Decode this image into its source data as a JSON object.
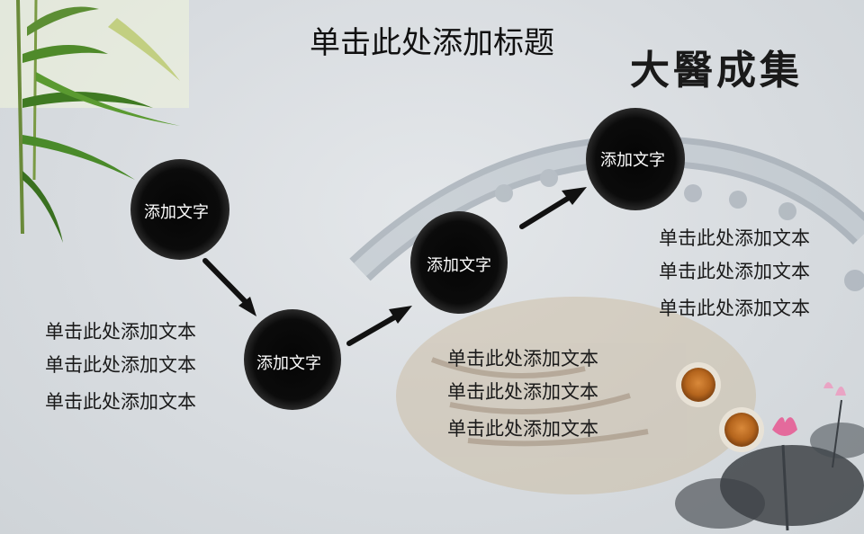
{
  "slide": {
    "title": "单击此处添加标题",
    "calligraphy": "大醫成集",
    "steps": [
      {
        "label": "添加文字"
      },
      {
        "label": "添加文字"
      },
      {
        "label": "添加文字"
      },
      {
        "label": "添加文字"
      }
    ],
    "text_groups": [
      {
        "lines": [
          "单击此处添加文本",
          "单击此处添加文本",
          "单击此处添加文本"
        ]
      },
      {
        "lines": [
          "单击此处添加文本",
          "单击此处添加文本",
          "单击此处添加文本"
        ]
      },
      {
        "lines": [
          "单击此处添加文本",
          "单击此处添加文本",
          "单击此处添加文本"
        ]
      }
    ]
  }
}
